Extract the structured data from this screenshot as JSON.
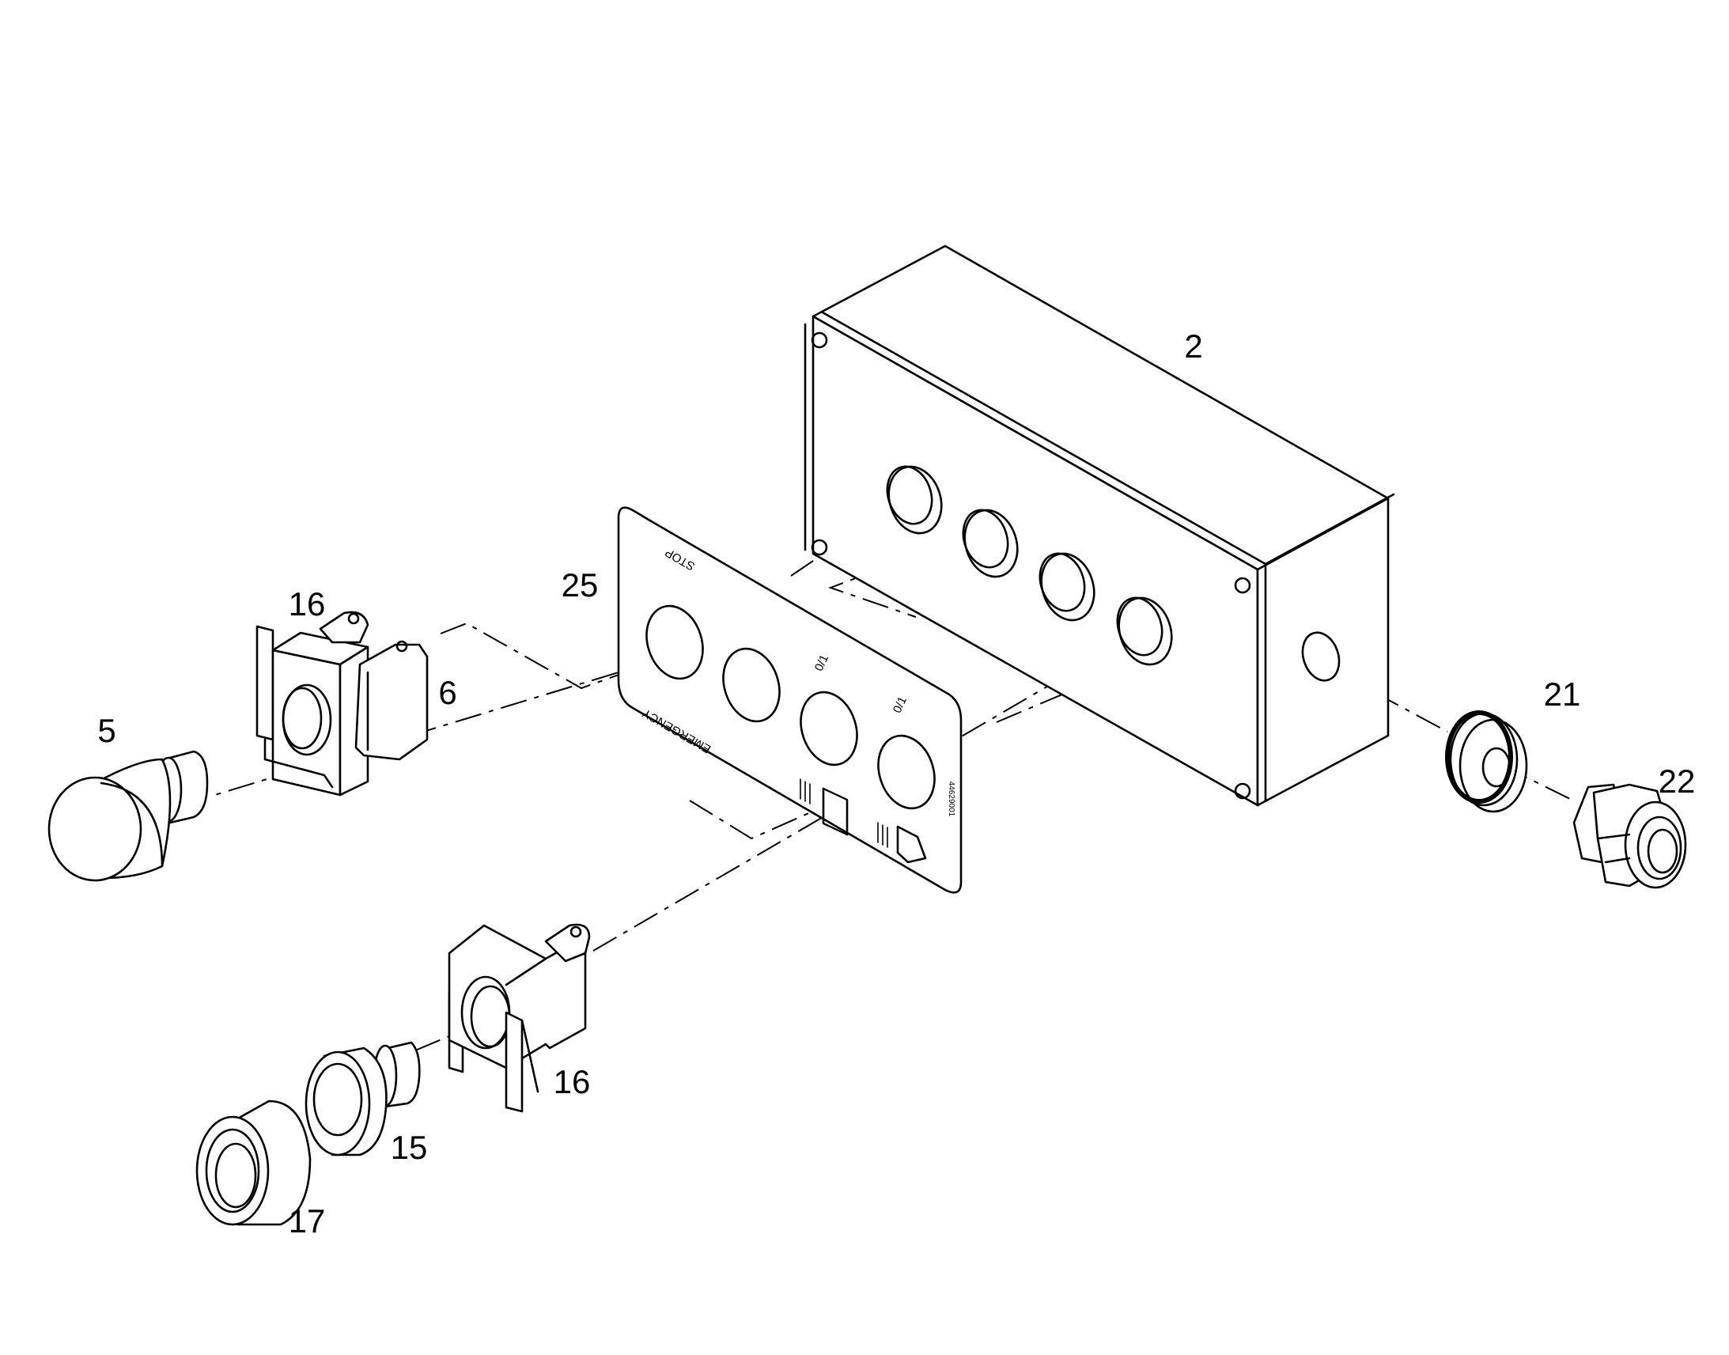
{
  "callouts": {
    "c2": "2",
    "c25": "25",
    "c16a": "16",
    "c6": "6",
    "c5": "5",
    "c21": "21",
    "c22": "22",
    "c16b": "16",
    "c15": "15",
    "c17": "17"
  },
  "plate_labels": {
    "stop": "STOP",
    "emergency": "EMERGENCY",
    "io_left": "0/1",
    "io_right": "0/1",
    "serial": "44629001"
  },
  "colors": {
    "line": "#000000",
    "background": "#ffffff"
  }
}
